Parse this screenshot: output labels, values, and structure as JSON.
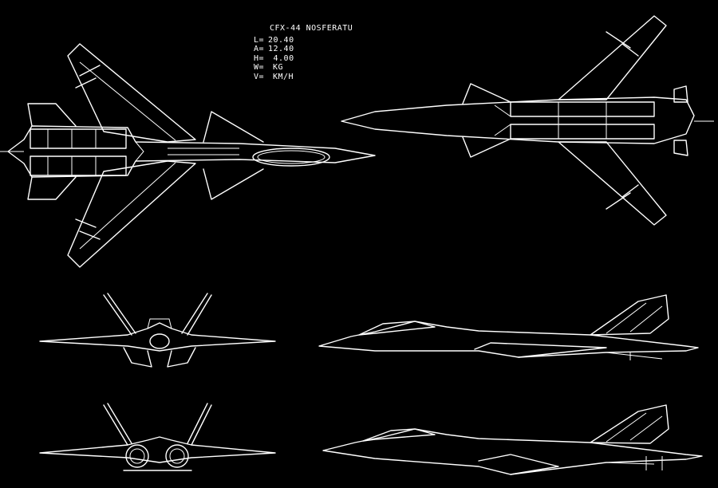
{
  "title": "CFX-44 NOSFERATU",
  "specs": [
    {
      "key": "L=",
      "value": "20.40",
      "unit": ""
    },
    {
      "key": "A=",
      "value": "12.40",
      "unit": ""
    },
    {
      "key": "H=",
      "value": " 4.00",
      "unit": ""
    },
    {
      "key": "W=",
      "value": "",
      "unit": "KG"
    },
    {
      "key": "V=",
      "value": "",
      "unit": "KM/H"
    }
  ],
  "colors": {
    "background": "#000000",
    "line": "#ffffff"
  }
}
